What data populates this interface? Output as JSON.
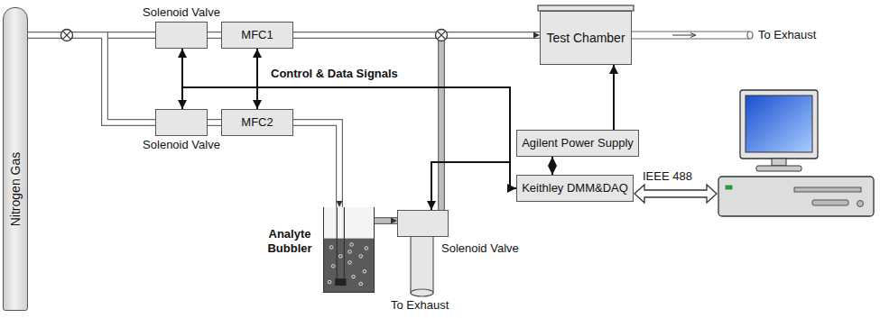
{
  "diagram": {
    "nodes": [
      {
        "text": [
          "Nitrogen Gas"
        ]
      },
      {
        "text": [
          "Solenoid Valve"
        ]
      },
      {
        "text": [
          "MFC1"
        ]
      },
      {
        "text": [
          "Test Chamber"
        ]
      },
      {
        "text": [
          "Solenoid Valve"
        ]
      },
      {
        "text": [
          "MFC2"
        ]
      },
      {
        "text": [
          "Analyte Bubbler"
        ]
      },
      {
        "text": [
          "Solenoid Valve"
        ]
      },
      {
        "text": [
          "Agilent Power Supply"
        ]
      },
      {
        "text": [
          "Keithley DMM&DAQ"
        ]
      }
    ],
    "edges": [
      {
        "from": 0,
        "to": 1,
        "arrow": "none"
      },
      {
        "from": 0,
        "to": 4,
        "arrow": "none"
      },
      {
        "from": 1,
        "to": 2,
        "arrow": "none"
      },
      {
        "from": 2,
        "to": 3,
        "arrow": "to"
      },
      {
        "from": 4,
        "to": 5,
        "arrow": "none"
      },
      {
        "from": 5,
        "to": 6,
        "arrow": "to"
      },
      {
        "from": 6,
        "to": 7,
        "arrow": "to"
      },
      {
        "from": 7,
        "to": 3,
        "arrow": "to"
      },
      {
        "from": 1,
        "to": 4,
        "arrow": "both"
      },
      {
        "from": 2,
        "to": 5,
        "arrow": "both"
      },
      {
        "from": 8,
        "to": 3,
        "arrow": "to"
      },
      {
        "from": 8,
        "to": 9,
        "arrow": "both"
      },
      {
        "from": 9,
        "to": 7,
        "arrow": "both"
      }
    ],
    "labels": [
      "To Exhaust",
      "Control & Data Signals",
      "IEEE 488",
      "To Exhaust"
    ]
  }
}
